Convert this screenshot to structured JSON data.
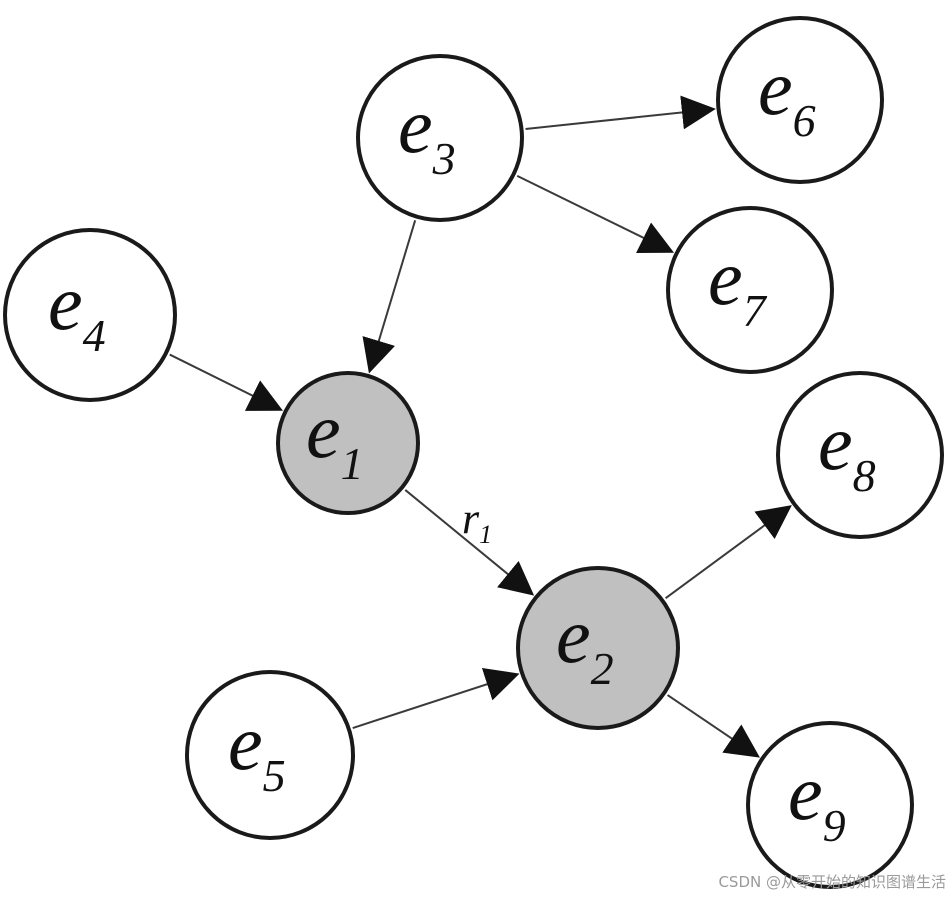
{
  "colors": {
    "highlight_fill": "#c0c0c0",
    "default_fill": "#ffffff",
    "stroke": "#1a1a1a",
    "edge": "#3a3a3a"
  },
  "nodes": [
    {
      "id": "e1",
      "base": "e",
      "sub": "1",
      "highlighted": true
    },
    {
      "id": "e2",
      "base": "e",
      "sub": "2",
      "highlighted": true
    },
    {
      "id": "e3",
      "base": "e",
      "sub": "3",
      "highlighted": false
    },
    {
      "id": "e4",
      "base": "e",
      "sub": "4",
      "highlighted": false
    },
    {
      "id": "e5",
      "base": "e",
      "sub": "5",
      "highlighted": false
    },
    {
      "id": "e6",
      "base": "e",
      "sub": "6",
      "highlighted": false
    },
    {
      "id": "e7",
      "base": "e",
      "sub": "7",
      "highlighted": false
    },
    {
      "id": "e8",
      "base": "e",
      "sub": "8",
      "highlighted": false
    },
    {
      "id": "e9",
      "base": "e",
      "sub": "9",
      "highlighted": false
    }
  ],
  "edges": [
    {
      "from": "e3",
      "to": "e6"
    },
    {
      "from": "e3",
      "to": "e7"
    },
    {
      "from": "e3",
      "to": "e1"
    },
    {
      "from": "e4",
      "to": "e1"
    },
    {
      "from": "e1",
      "to": "e2",
      "label_base": "r",
      "label_sub": "1"
    },
    {
      "from": "e2",
      "to": "e8"
    },
    {
      "from": "e5",
      "to": "e2"
    },
    {
      "from": "e2",
      "to": "e9"
    }
  ],
  "watermark": "CSDN @从零开始的知识图谱生活"
}
